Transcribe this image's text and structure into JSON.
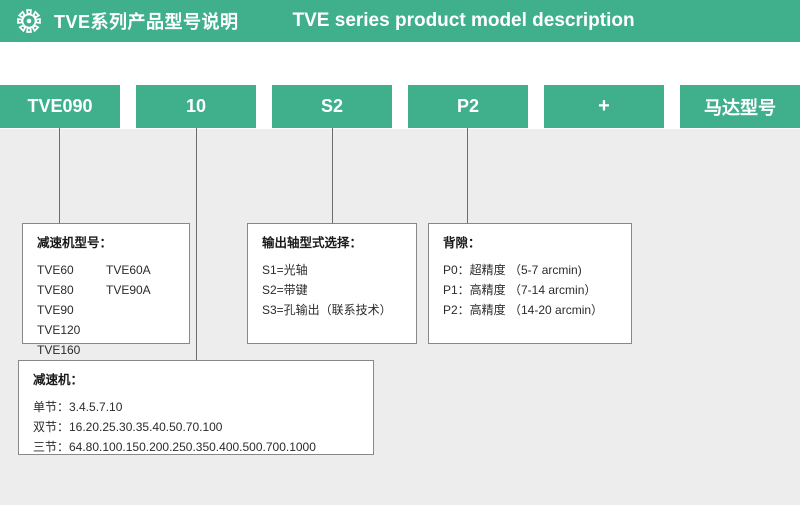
{
  "header": {
    "icon": "gear-icon",
    "title_cn": "TVE系列产品型号说明",
    "title_en": "TVE series product model description",
    "bg_color": "#40b08c",
    "text_color": "#ffffff"
  },
  "code_boxes": [
    {
      "label": "TVE090",
      "name": "code-box-model"
    },
    {
      "label": "10",
      "name": "code-box-ratio"
    },
    {
      "label": "S2",
      "name": "code-box-shaft"
    },
    {
      "label": "P2",
      "name": "code-box-backlash"
    },
    {
      "label": "+",
      "name": "code-box-plus"
    },
    {
      "label": "马达型号",
      "name": "code-box-motor"
    }
  ],
  "info_boxes": {
    "model": {
      "title": "减速机型号：",
      "rows": [
        {
          "col1": "TVE60",
          "col2": "TVE60A"
        },
        {
          "col1": "TVE80",
          "col2": "TVE90A"
        },
        {
          "col1": "TVE90",
          "col2": ""
        },
        {
          "col1": "TVE120",
          "col2": ""
        },
        {
          "col1": "TVE160",
          "col2": ""
        }
      ]
    },
    "shaft": {
      "title": "输出轴型式选择：",
      "lines": [
        "S1=光轴",
        "S2=带键",
        "S3=孔输出（联系技术）"
      ]
    },
    "backlash": {
      "title": "背隙：",
      "lines": [
        "P0：超精度 （5-7 arcmin)",
        "P1：高精度 （7-14 arcmin）",
        "P2：高精度 （14-20 arcmin）"
      ]
    },
    "ratio": {
      "title": "减速机：",
      "lines": [
        "单节：3.4.5.7.10",
        "双节：16.20.25.30.35.40.50.70.100",
        "三节：64.80.100.150.200.250.350.400.500.700.1000"
      ]
    }
  },
  "colors": {
    "accent_green": "#40b08c",
    "page_bg": "#ededed",
    "band_bg": "#ffffff",
    "line": "#6d6d6d",
    "box_border": "#888888"
  }
}
